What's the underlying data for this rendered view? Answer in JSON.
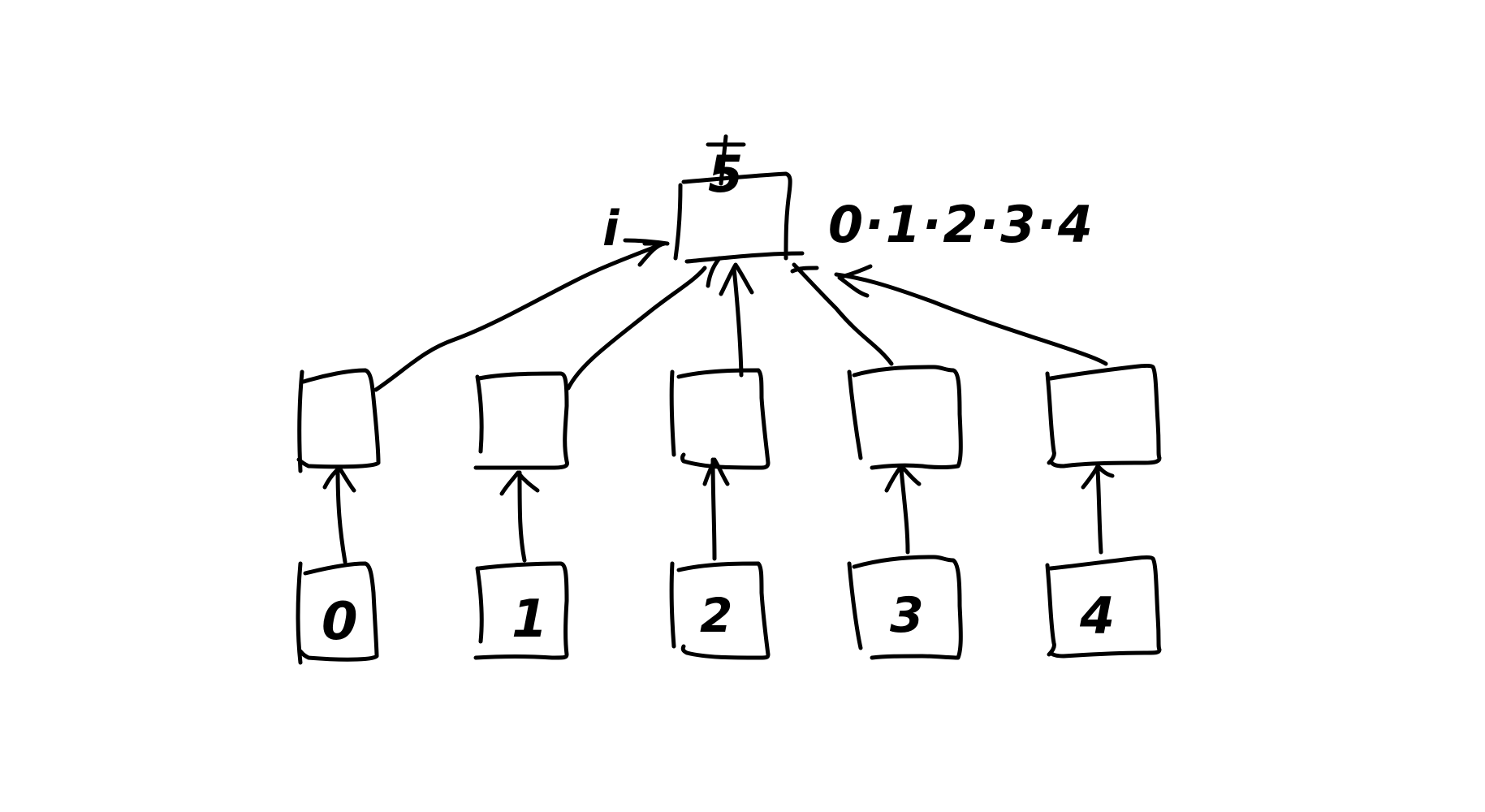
{
  "diagram": {
    "colors": {
      "ink": "#000000",
      "background": "#ffffff"
    },
    "top_node": {
      "label": "5"
    },
    "side_labels": {
      "left": "i",
      "right": "0·1·2·3·4"
    },
    "middle_nodes": [
      {
        "label": ""
      },
      {
        "label": ""
      },
      {
        "label": ""
      },
      {
        "label": ""
      },
      {
        "label": ""
      }
    ],
    "bottom_nodes": [
      {
        "label": "0"
      },
      {
        "label": "1"
      },
      {
        "label": "2"
      },
      {
        "label": "3"
      },
      {
        "label": "4"
      }
    ]
  }
}
